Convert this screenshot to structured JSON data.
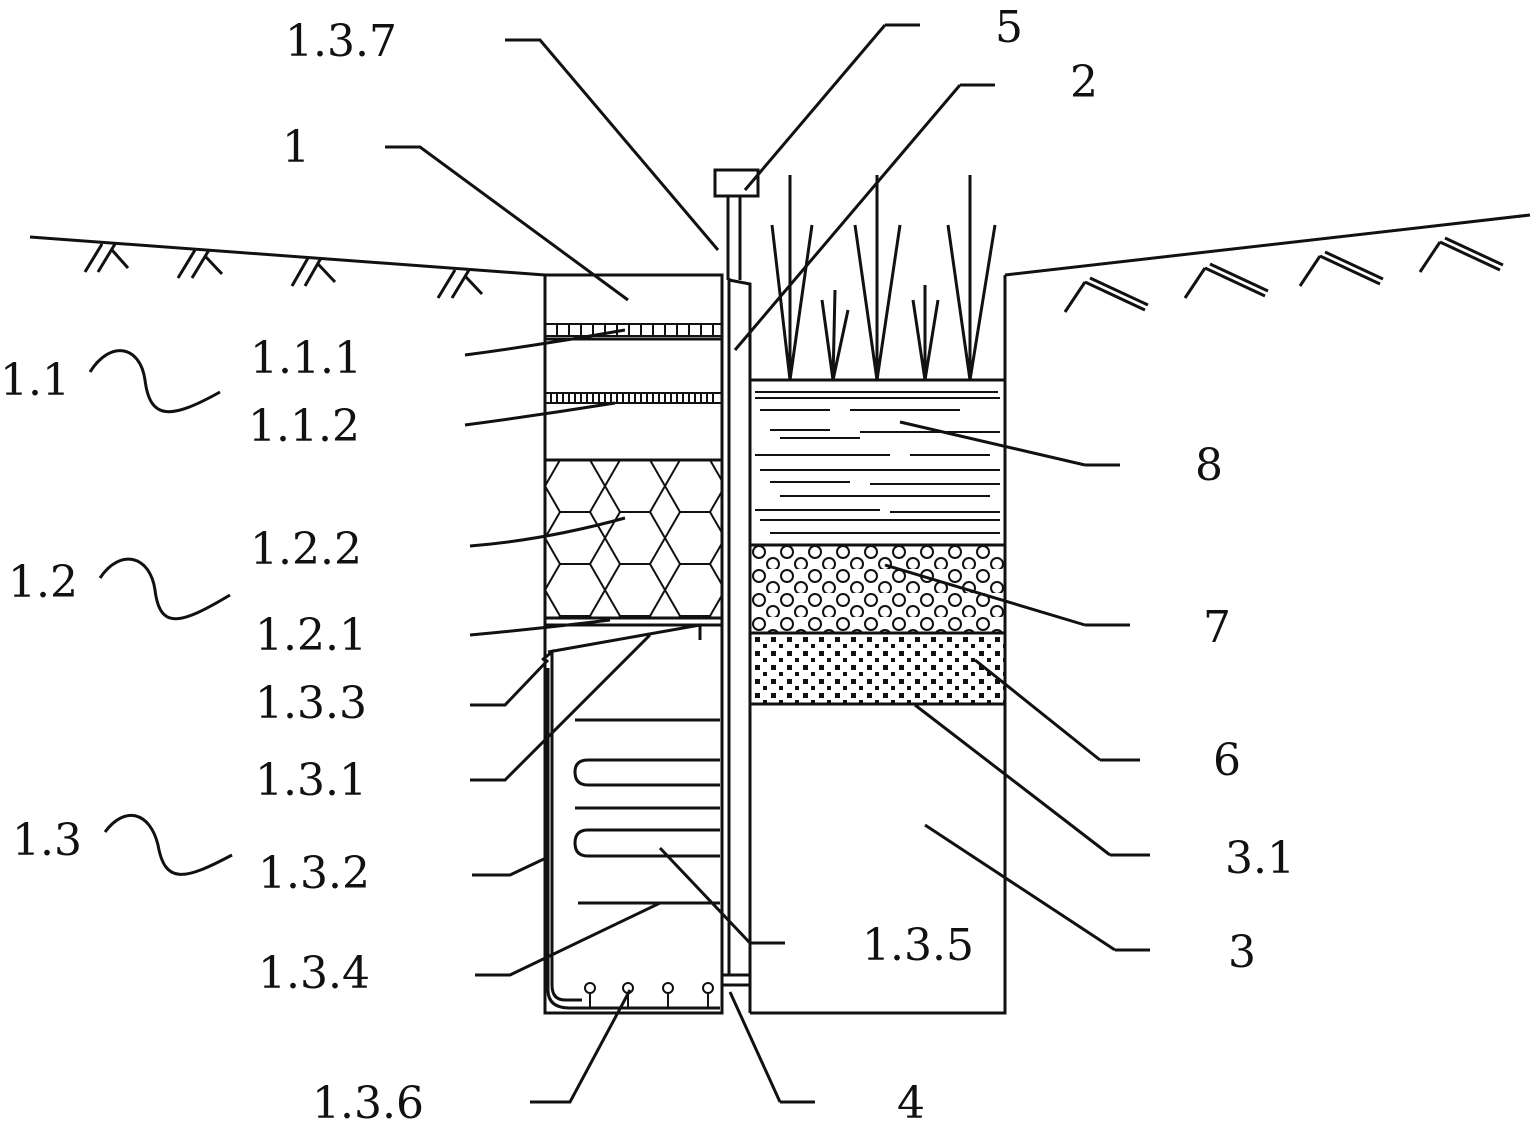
{
  "labels": {
    "l1": "1",
    "l1_1": "1.1",
    "l1_1_1": "1.1.1",
    "l1_1_2": "1.1.2",
    "l1_2": "1.2",
    "l1_2_1": "1.2.1",
    "l1_2_2": "1.2.2",
    "l1_3": "1.3",
    "l1_3_1": "1.3.1",
    "l1_3_2": "1.3.2",
    "l1_3_3": "1.3.3",
    "l1_3_4": "1.3.4",
    "l1_3_5": "1.3.5",
    "l1_3_6": "1.3.6",
    "l1_3_7": "1.3.7",
    "l2": "2",
    "l3": "3",
    "l3_1": "3.1",
    "l4": "4",
    "l5": "5",
    "l6": "6",
    "l7": "7",
    "l8": "8"
  },
  "colors": {
    "ink": "#111111",
    "background": "#ffffff"
  }
}
